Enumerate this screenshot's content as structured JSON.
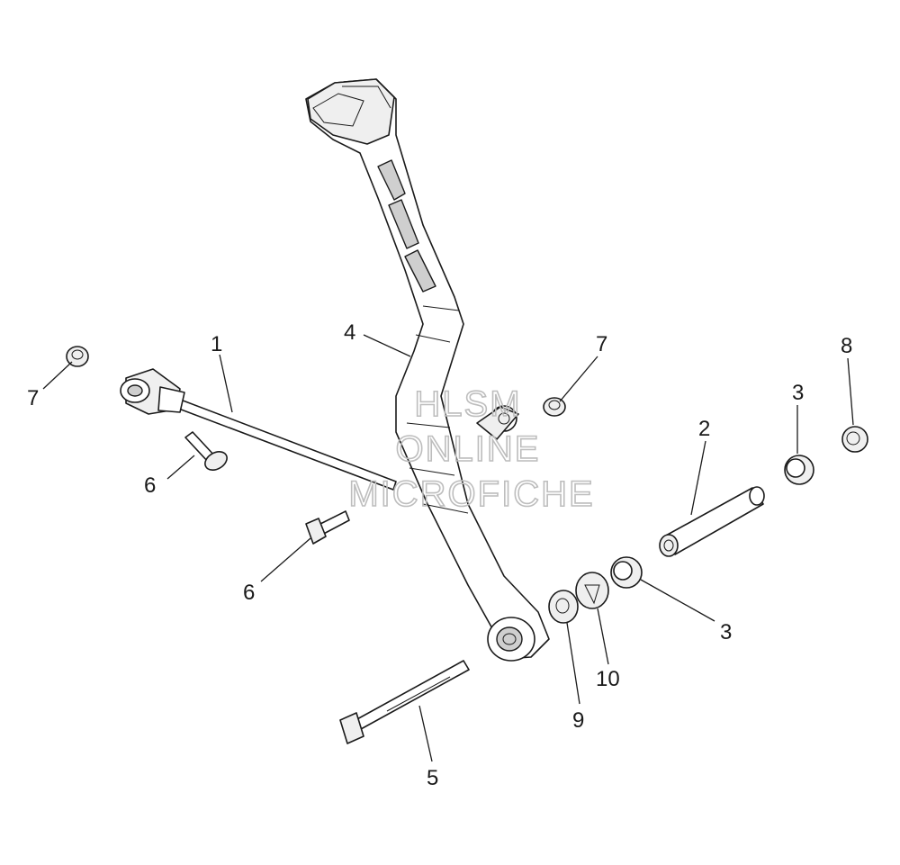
{
  "watermark": {
    "line1": "HLSM",
    "line2": "ONLINE",
    "line3": "MICROFICHE",
    "color": "#bdbdbd"
  },
  "callouts": {
    "c1": "1",
    "c2": "2",
    "c3a": "3",
    "c3b": "3",
    "c4": "4",
    "c5": "5",
    "c6a": "6",
    "c6b": "6",
    "c7a": "7",
    "c7b": "7",
    "c8": "8",
    "c9": "9",
    "c10": "10"
  },
  "colors": {
    "line": "#1a1a1a",
    "background": "#ffffff"
  }
}
